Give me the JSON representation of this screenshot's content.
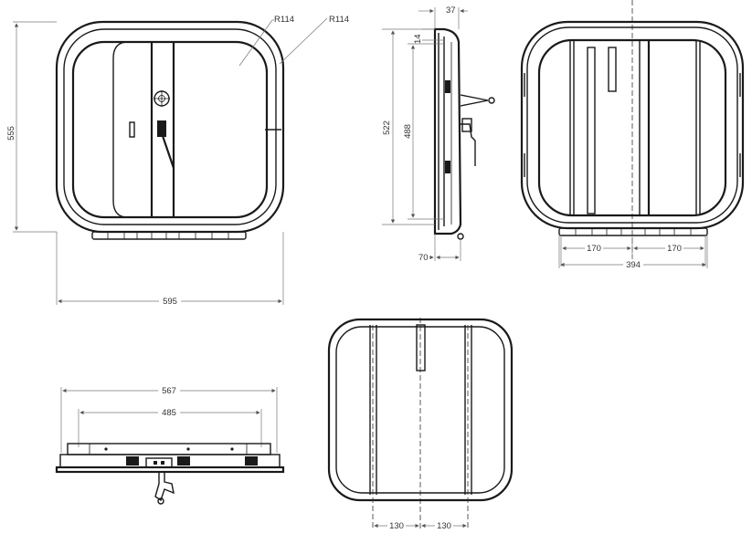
{
  "colors": {
    "line": "#1a1a1a",
    "dimension": "#777777",
    "background": "#ffffff"
  },
  "front_view": {
    "radius_label_1": "R114",
    "radius_label_2": "R114",
    "width": "595",
    "height": "555"
  },
  "side_view": {
    "depth": "37",
    "flange": "14",
    "height_outer": "522",
    "height_inner": "488",
    "offset": "70"
  },
  "back_view": {
    "spacing_left": "170",
    "spacing_right": "170",
    "span": "394"
  },
  "bottom_view": {
    "outer_width": "567",
    "inner_width": "485"
  },
  "rear_frame_view": {
    "spacing_left": "130",
    "spacing_right": "130"
  }
}
